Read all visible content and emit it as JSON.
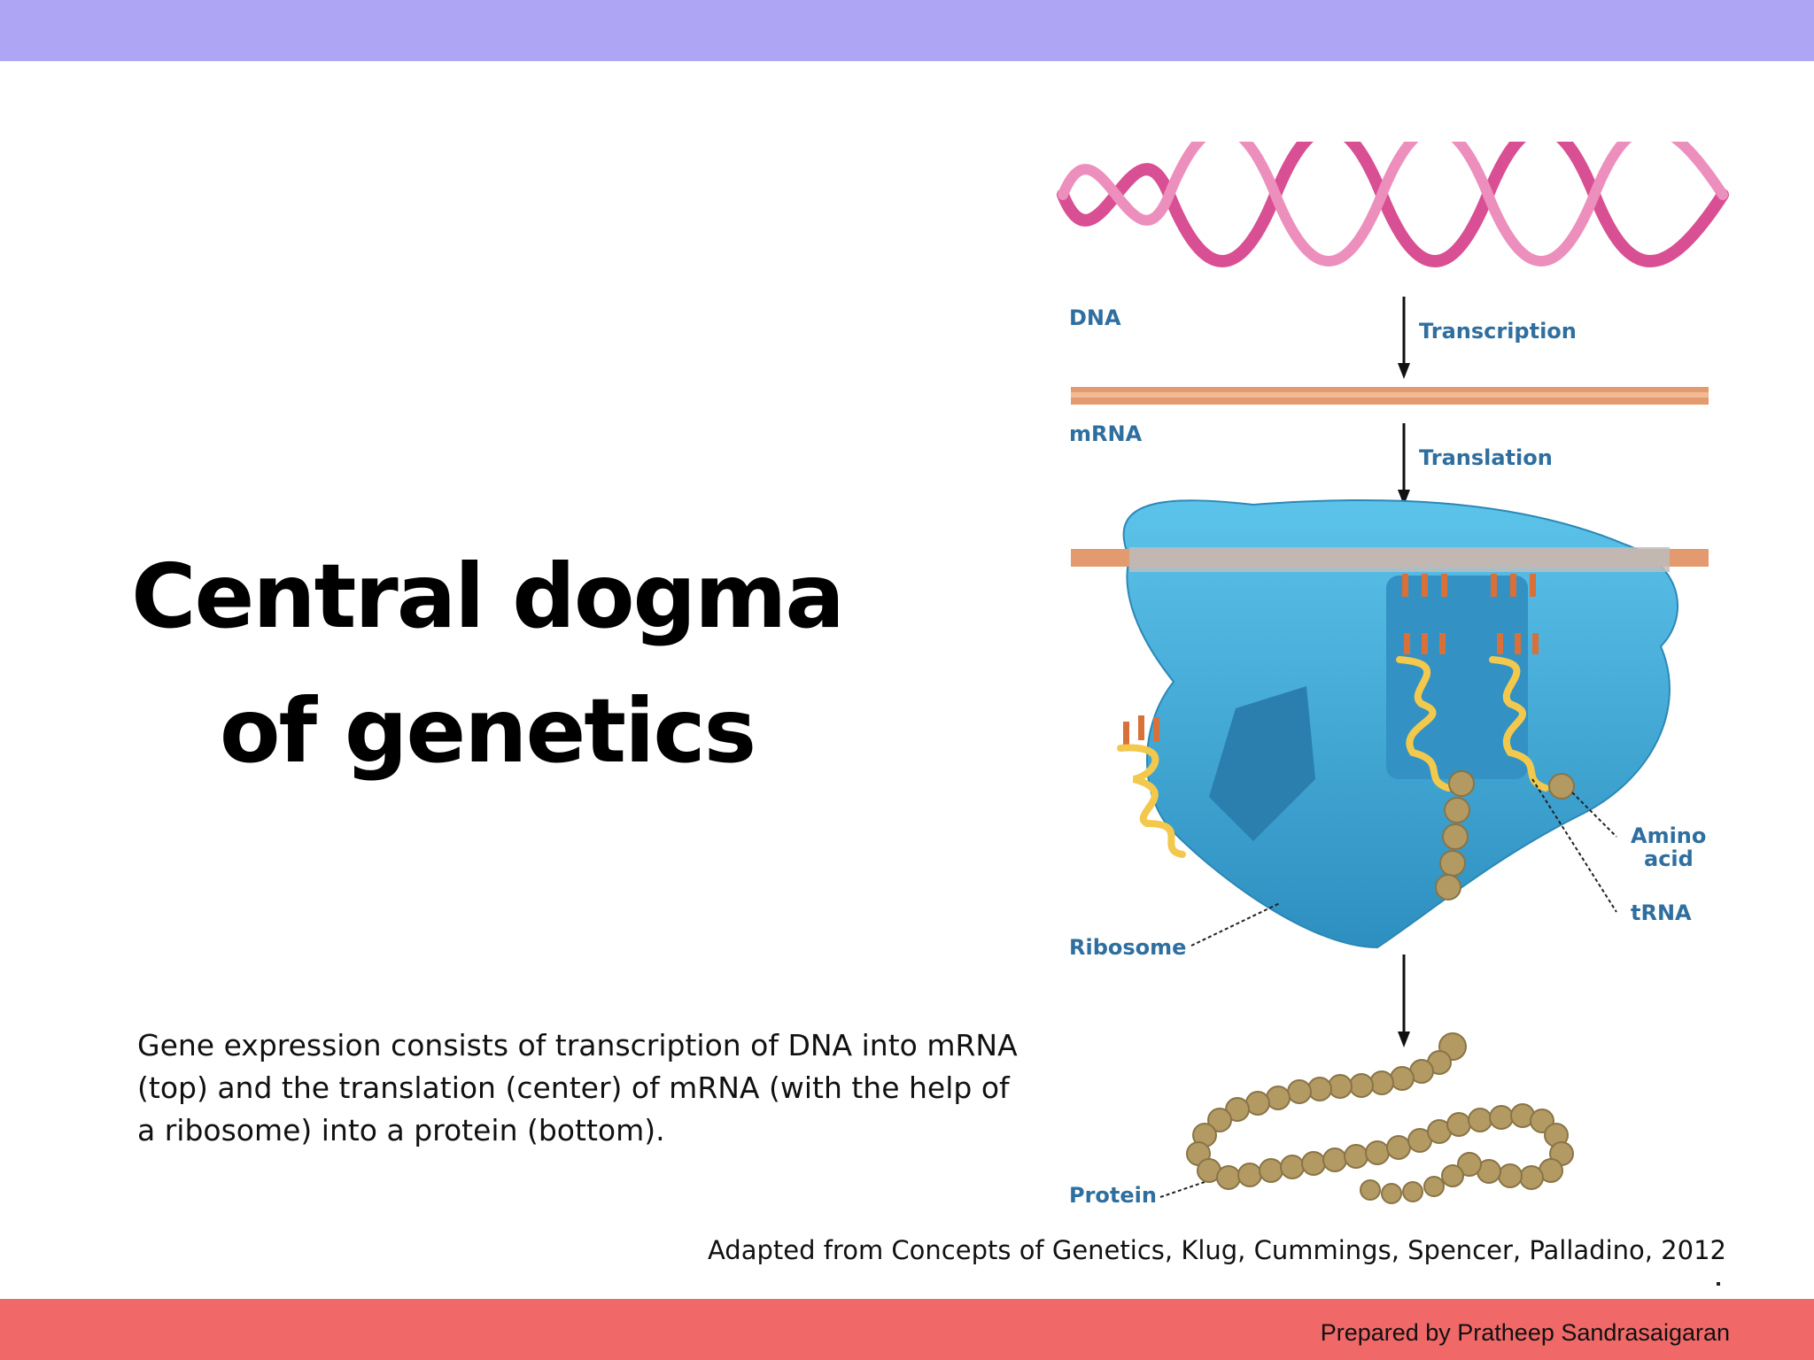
{
  "title_line1": "Central dogma",
  "title_line2": "of genetics",
  "caption": {
    "line1": "Gene expression consists of transcription of DNA into mRNA",
    "line2": "(top) and the translation (center) of mRNA (with the help of",
    "line3": "a ribosome) into a protein (bottom)."
  },
  "attribution": "Adapted from Concepts of Genetics, Klug, Cummings, Spencer, Palladino, 2012",
  "footer": "Prepared by Pratheep Sandrasaigaran",
  "figure": {
    "dna_label": "DNA",
    "transcription_label": "Transcription",
    "mrna_label": "mRNA",
    "translation_label": "Translation",
    "amino_label_line1": "Amino",
    "amino_label_line2": "acid",
    "trna_label": "tRNA",
    "ribosome_label": "Ribosome",
    "protein_label": "Protein"
  },
  "colors": {
    "top_bar": "#aea6f4",
    "bottom_bar": "#f06868",
    "dna": "#d94f93",
    "mrna": "#e39a6f",
    "ribosome": "#3aa6d6",
    "trna": "#f2c94c",
    "amino_bead": "#b39a63",
    "label": "#2f6f9f"
  }
}
